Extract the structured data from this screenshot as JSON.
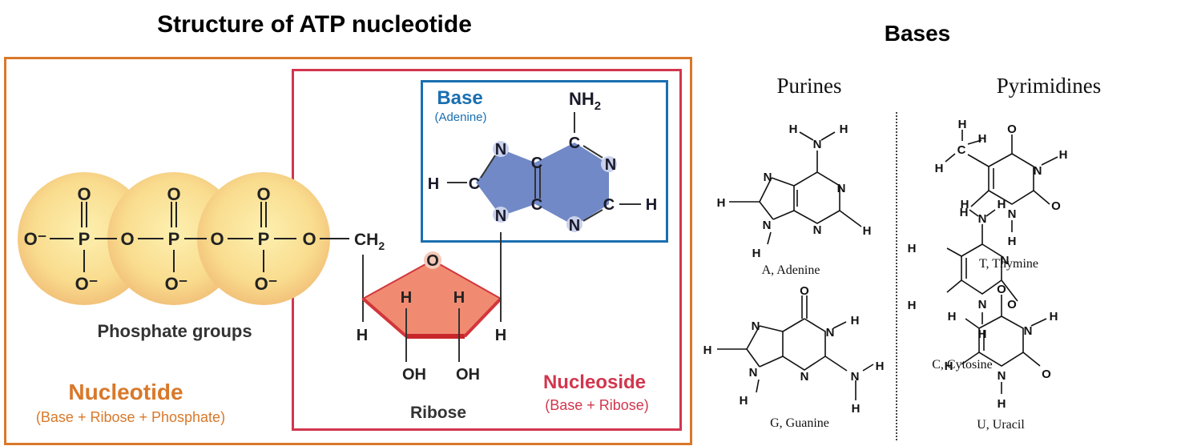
{
  "left_panel": {
    "title": "Structure of ATP nucleotide",
    "phosphate": {
      "label": "Phosphate groups",
      "atoms": {
        "o_minus": "O⁻",
        "p": "P",
        "o": "O"
      }
    },
    "ribose": {
      "label": "Ribose",
      "ch2": "CH",
      "ch2_sub": "2",
      "ring_o": "O",
      "h": "H",
      "oh": "OH"
    },
    "base": {
      "label": "Base",
      "sublabel": "(Adenine)",
      "nh2": "NH",
      "nh2_sub": "2",
      "atoms": {
        "n": "N",
        "c": "C",
        "h": "H"
      }
    },
    "nucleoside": {
      "label": "Nucleoside",
      "sublabel": "(Base + Ribose)"
    },
    "nucleotide": {
      "label": "Nucleotide",
      "sublabel": "(Base + Ribose + Phosphate)"
    },
    "colors": {
      "nucleotide": "#d9782a",
      "nucleoside": "#d2364e",
      "base": "#1a6fb0",
      "phosphate_fill": "#f9dc8e",
      "ribose_fill": "#f08b72",
      "base_fill": "#7189c6"
    }
  },
  "right_panel": {
    "title": "Bases",
    "groups": [
      {
        "heading": "Purines",
        "members": [
          "A, Adenine",
          "G, Guanine"
        ]
      },
      {
        "heading": "Pyrimidines",
        "members": [
          "C, Cytosine",
          "T, Thymine",
          "U, Uracil"
        ]
      }
    ],
    "atoms": {
      "h": "H",
      "n": "N",
      "o": "O",
      "c": "C"
    }
  }
}
